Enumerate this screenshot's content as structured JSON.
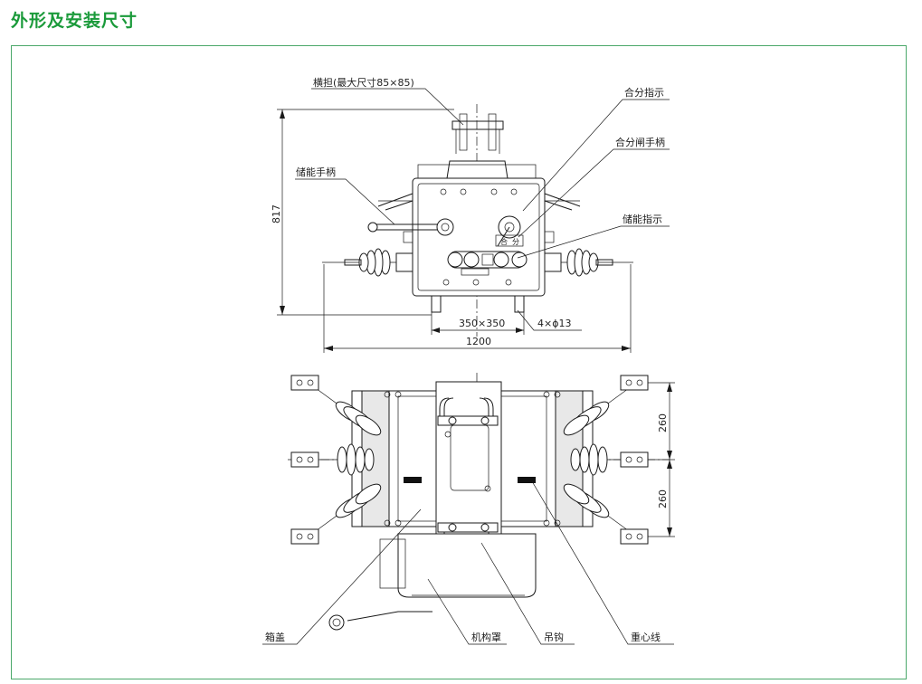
{
  "title": "外形及安装尺寸",
  "labels": {
    "crossarm": "横担(最大尺寸85×85)",
    "open_close_indicator": "合分指示",
    "open_close_handle": "合分闸手柄",
    "energy_handle": "储能手柄",
    "energy_indicator": "储能指示",
    "box_cover": "箱盖",
    "mechanism_cover": "机构罩",
    "lifting_hook": "吊钩",
    "center_of_gravity": "重心线"
  },
  "dimensions": {
    "height": "817",
    "base": "350×350",
    "holes": "4×ϕ13",
    "width": "1200",
    "spacing_top": "260",
    "spacing_bottom": "260"
  },
  "panel_text": {
    "left": "合",
    "right": "分"
  },
  "colors": {
    "title": "#1a9a3a",
    "frame": "#4aa86a",
    "line": "#1a1a1a"
  }
}
